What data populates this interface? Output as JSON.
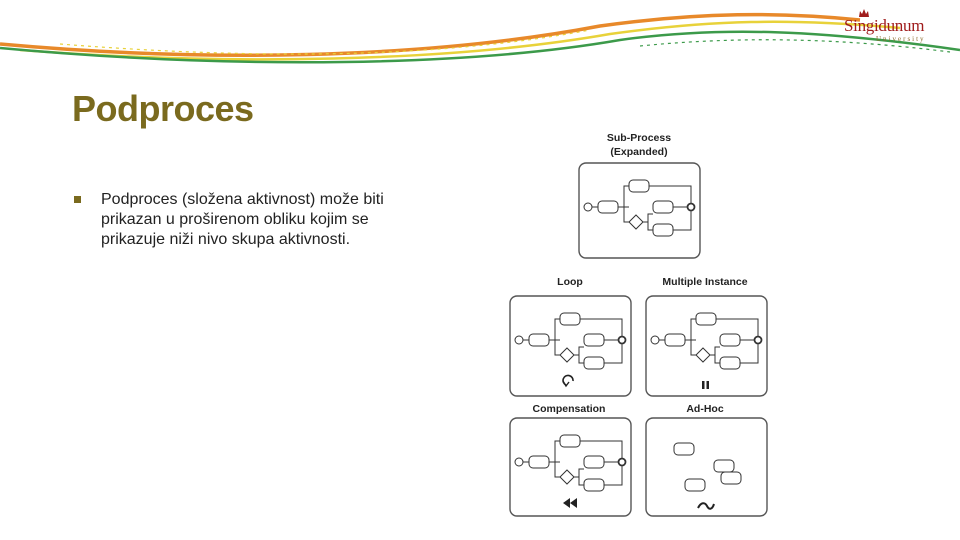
{
  "slide": {
    "title": "Podproces",
    "bullets": [
      "Podproces (složena aktivnost) može biti prikazan u proširenom obliku kojim se prikazuje niži nivo skupa aktivnosti."
    ]
  },
  "logo": {
    "name": "Singidunum",
    "subtitle": "University"
  },
  "figure": {
    "panels": [
      {
        "label_line1": "Sub-Process",
        "label_line2": "(Expanded)"
      },
      {
        "label": "Loop",
        "marker": "loop-marker"
      },
      {
        "label": "Multiple Instance",
        "marker": "parallel-marker"
      },
      {
        "label": "Compensation",
        "marker": "compensation-marker"
      },
      {
        "label": "Ad-Hoc",
        "marker": "tilde-marker"
      }
    ]
  },
  "colors": {
    "title": "#7a6a1e",
    "logo": "#a01c1c",
    "swoosh_orange": "#e8892a",
    "swoosh_yellow": "#e8d23a",
    "swoosh_green": "#3c9a4a"
  }
}
